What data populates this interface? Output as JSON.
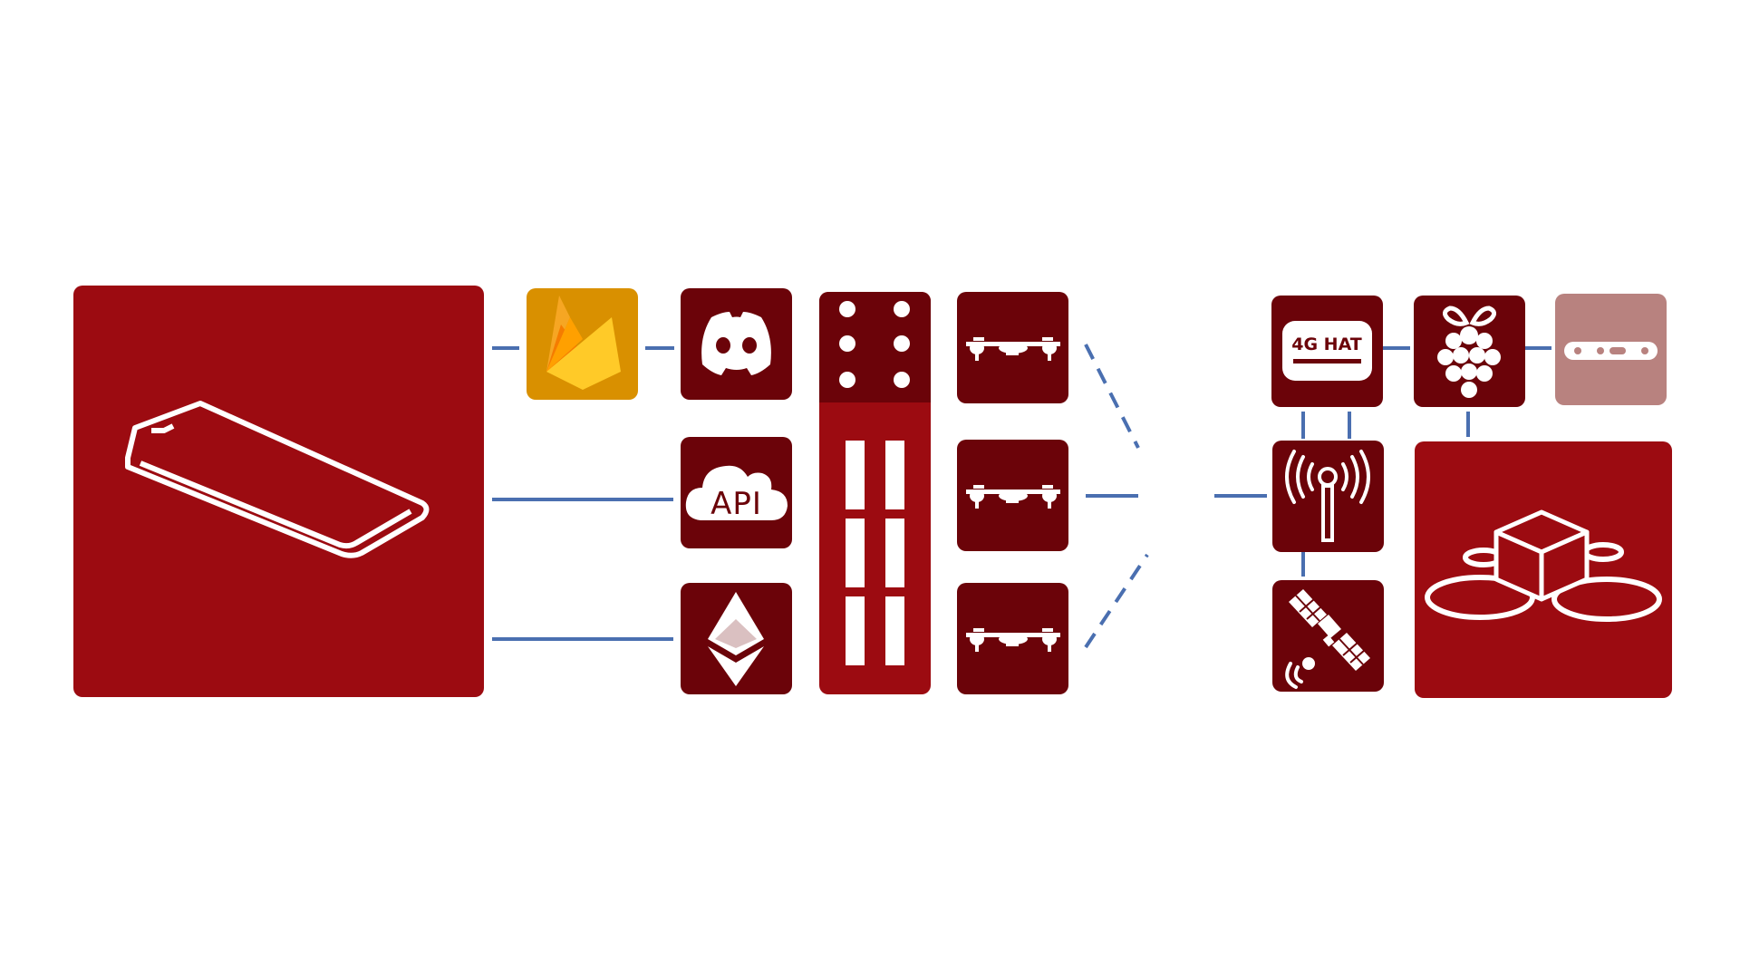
{
  "diagram": {
    "nodes": [
      {
        "id": "smartphone",
        "icon": "smartphone-icon"
      },
      {
        "id": "firebase",
        "icon": "firebase-icon"
      },
      {
        "id": "discord",
        "icon": "discord-icon"
      },
      {
        "id": "api",
        "icon": "api-cloud-icon",
        "label": "API"
      },
      {
        "id": "ethereum",
        "icon": "ethereum-icon"
      },
      {
        "id": "server",
        "icon": "server-rack-icon"
      },
      {
        "id": "drone-1",
        "icon": "drone-icon"
      },
      {
        "id": "drone-2",
        "icon": "drone-icon"
      },
      {
        "id": "drone-3",
        "icon": "drone-icon"
      },
      {
        "id": "4g-hat",
        "icon": "4g-hat-icon",
        "label": "4G HAT"
      },
      {
        "id": "raspberry-pi",
        "icon": "raspberry-pi-icon"
      },
      {
        "id": "sensor",
        "icon": "sensor-module-icon"
      },
      {
        "id": "antenna",
        "icon": "antenna-icon"
      },
      {
        "id": "satellite",
        "icon": "satellite-icon"
      },
      {
        "id": "drone-unit",
        "icon": "drone-package-icon"
      }
    ],
    "colors": {
      "primary_red": "#9c0b11",
      "dark_red": "#6b0309",
      "firebase_bg": "#d99000",
      "muted_red": "#b8827f",
      "connector": "#4a6fb0"
    }
  }
}
